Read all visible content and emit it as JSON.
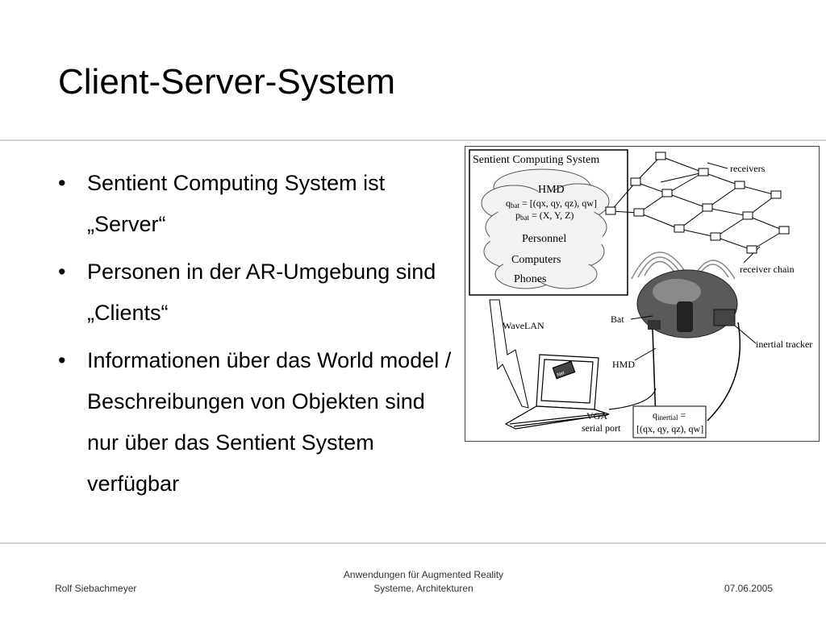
{
  "slide": {
    "title": "Client-Server-System",
    "bullets": [
      "Sentient Computing System ist „Server“",
      "Personen in der AR-Umgebung sind „Clients“",
      "Informationen über das World model / Beschreibungen von Objekten sind nur über das Sentient System verfügbar"
    ]
  },
  "figure": {
    "system_title": "Sentient Computing System",
    "cloud_labels": {
      "hmd": "HMD",
      "qbat_prefix": "q",
      "qbat_sub": "bat",
      "qbat_value": " = [(q",
      "qbat_rest": "x, qy, qz), qw]",
      "pbat_prefix": "p",
      "pbat_sub": "bat",
      "pbat_value": " = (X, Y, Z)",
      "personnel": "Personnel",
      "computers": "Computers",
      "phones": "Phones"
    },
    "receivers": "receivers",
    "receiver_chain": "receiver chain",
    "wavelan": "WaveLAN",
    "bat": "Bat",
    "hmd": "HMD",
    "inertial_tracker": "inertial tracker",
    "vga": "VGA",
    "serial_port": "serial port",
    "qinertial_prefix": "q",
    "qinertial_sub": "inertial",
    "qinertial_eq": " =",
    "qinertial_value": "[(qx, qy, qz), qw]",
    "laptop_sticker": "Net"
  },
  "footer": {
    "author": "Rolf Siebachmeyer",
    "course_line1": "Anwendungen für Augmented Reality",
    "course_line2": "Systeme, Architekturen",
    "date": "07.06.2005"
  }
}
